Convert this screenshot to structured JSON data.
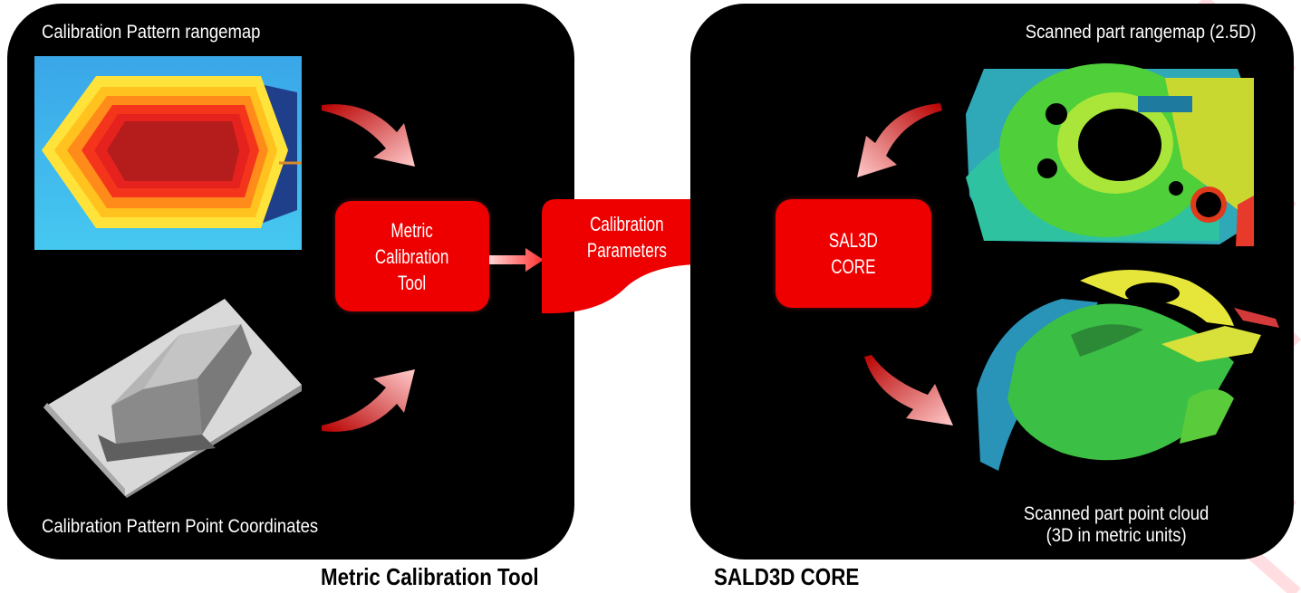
{
  "left_panel": {
    "top_caption": "Calibration Pattern rangemap",
    "bottom_caption": "Calibration Pattern Point Coordinates"
  },
  "right_panel": {
    "top_caption": "Scanned part rangemap (2.5D)",
    "bottom_caption_line1": "Scanned part point cloud",
    "bottom_caption_line2": "(3D in metric units)"
  },
  "boxes": {
    "metric_tool": [
      "Metric",
      "Calibration",
      "Tool"
    ],
    "calibration_params": [
      "Calibration",
      "Parameters"
    ],
    "core": [
      "SAL3D",
      "CORE"
    ]
  },
  "bottom_labels": {
    "left": "Metric Calibration Tool",
    "right": "SALD3D CORE"
  },
  "colors": {
    "accent_red": "#ee0000",
    "panel_bg": "#000000"
  }
}
